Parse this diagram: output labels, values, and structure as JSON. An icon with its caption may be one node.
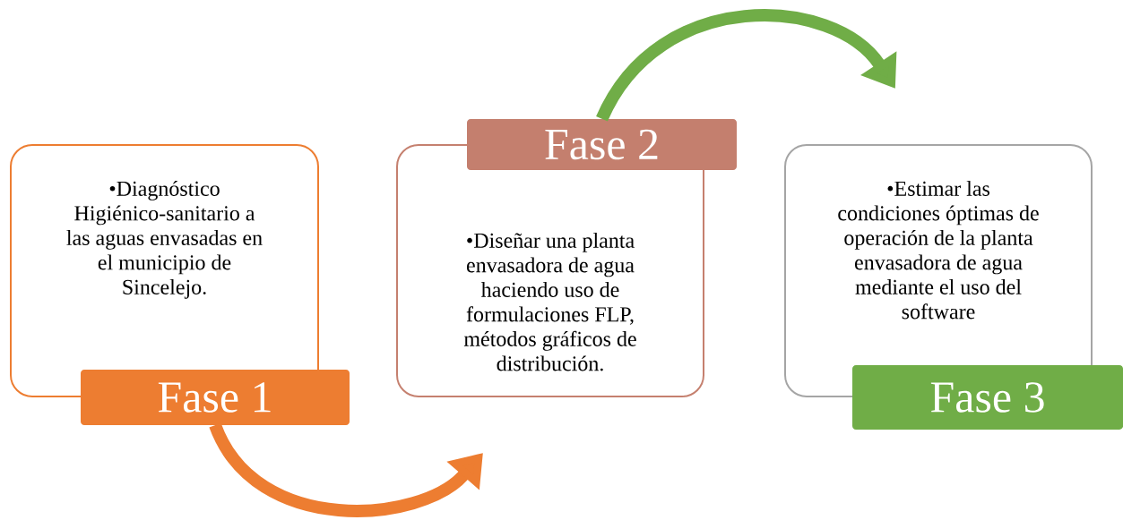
{
  "diagram": {
    "nodes": [
      {
        "text": [
          "•Diagnóstico Higiénico-sanitario a las aguas envasadas en el municipio de Sincelejo."
        ]
      },
      {
        "text": [
          "Fase 1"
        ]
      },
      {
        "text": [
          "•Diseñar una planta envasadora de agua haciendo uso de formulaciones FLP, métodos gráficos de distribución."
        ]
      },
      {
        "text": [
          "Fase 2"
        ]
      },
      {
        "text": [
          "•Estimar las condiciones óptimas de operación de la planta envasadora de agua mediante el uso del software"
        ]
      },
      {
        "text": [
          "Fase 3"
        ]
      }
    ],
    "edges": [
      {
        "from": 1,
        "to": 2,
        "arrow": "to",
        "color": "#ed7d31"
      },
      {
        "from": 3,
        "to": 4,
        "arrow": "to",
        "color": "#70ad47"
      }
    ]
  }
}
